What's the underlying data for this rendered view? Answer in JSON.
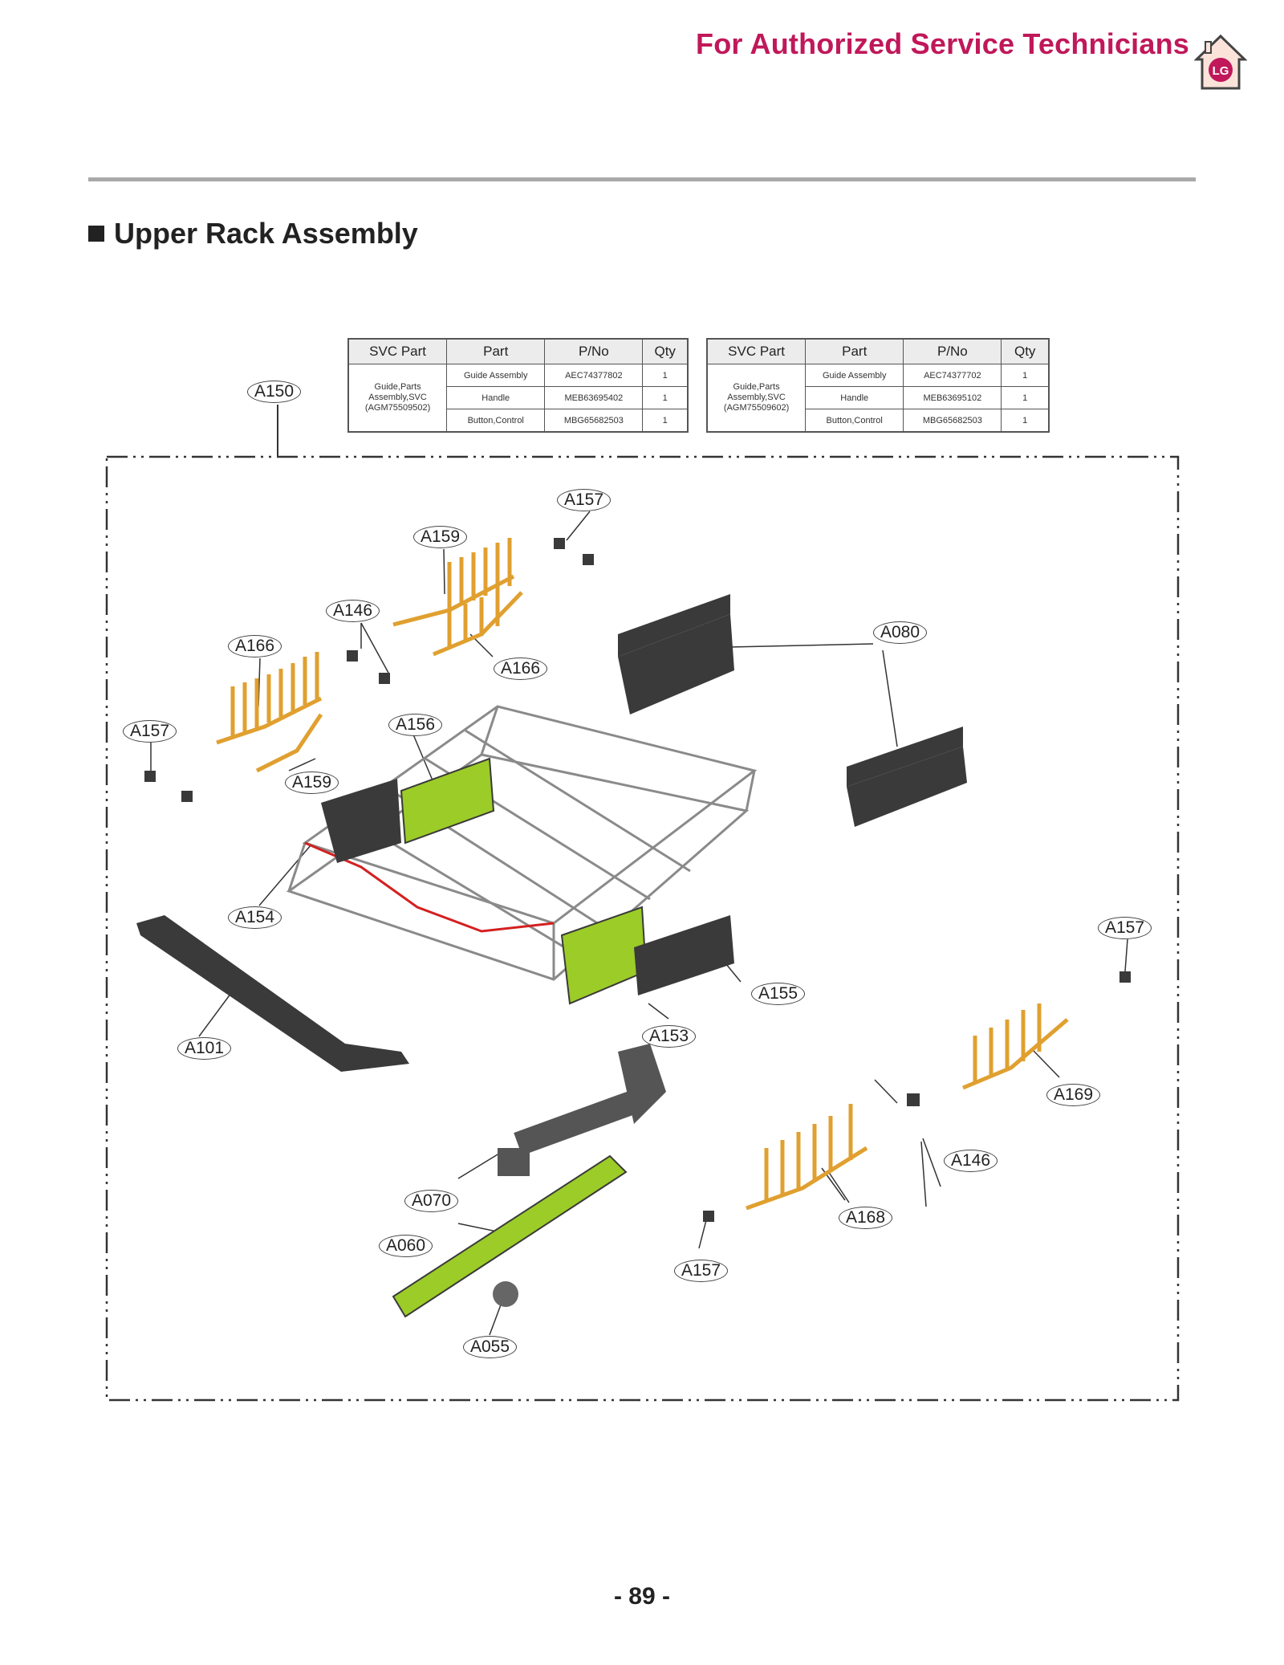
{
  "header": {
    "title": "For Authorized Service Technicians",
    "logo_icon": "lg-house-logo-icon",
    "logo_text": "LG",
    "accent_color": "#c0185a"
  },
  "section": {
    "title": "Upper Rack Assembly"
  },
  "tables": {
    "columns": [
      "SVC Part",
      "Part",
      "P/No",
      "Qty"
    ],
    "left": {
      "svc_part": [
        "Guide,Parts",
        "Assembly,SVC",
        "(AGM75509502)"
      ],
      "rows": [
        {
          "part": "Guide Assembly",
          "pno": "AEC74377802",
          "qty": "1"
        },
        {
          "part": "Handle",
          "pno": "MEB63695402",
          "qty": "1"
        },
        {
          "part": "Button,Control",
          "pno": "MBG65682503",
          "qty": "1"
        }
      ]
    },
    "right": {
      "svc_part": [
        "Guide,Parts",
        "Assembly,SVC",
        "(AGM75509602)"
      ],
      "rows": [
        {
          "part": "Guide Assembly",
          "pno": "AEC74377702",
          "qty": "1"
        },
        {
          "part": "Handle",
          "pno": "MEB63695102",
          "qty": "1"
        },
        {
          "part": "Button,Control",
          "pno": "MBG65682503",
          "qty": "1"
        }
      ]
    }
  },
  "callouts": [
    "A150",
    "A157",
    "A159",
    "A146",
    "A080",
    "A166",
    "A166",
    "A157",
    "A156",
    "A159",
    "A154",
    "A157",
    "A155",
    "A153",
    "A101",
    "A169",
    "A146",
    "A070",
    "A168",
    "A060",
    "A157",
    "A055"
  ],
  "colors": {
    "tine_orange": "#e0a030",
    "guide_green": "#9ccc28",
    "dark_part": "#3a3a3a",
    "rack_wire": "#8a8a8a",
    "red_wire": "#d42020"
  },
  "page": {
    "number": "- 89 -"
  }
}
